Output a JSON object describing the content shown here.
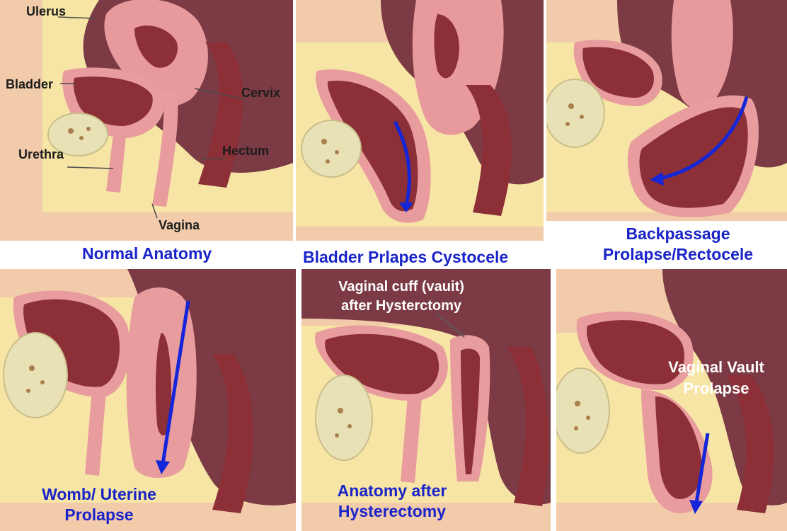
{
  "panels": {
    "normal": {
      "title": "Normal Anatomy",
      "labels": {
        "uterus": "Ulerus",
        "bladder": "Bladder",
        "cervix": "Cervix",
        "urethra": "Urethra",
        "rectum": "Hectum",
        "vagina": "Vagina"
      }
    },
    "cystocele": {
      "title": "Bladder Prlapes Cystocele"
    },
    "rectocele": {
      "title_line1": "Backpassage",
      "title_line2": "Prolapse/Rectocele"
    },
    "uterine": {
      "title_line1": "Womb/ Uterine",
      "title_line2": "Prolapse"
    },
    "hysterectomy": {
      "title_line1": "Anatomy after",
      "title_line2": "Hysterectomy",
      "cuff_line1": "Vaginal cuff (vauit)",
      "cuff_line2": "after Hysterctomy"
    },
    "vault": {
      "title_line1": "Vaginal Vault",
      "title_line2": "Prolapse"
    }
  },
  "colors": {
    "skin": "#f2c9a9",
    "fat": "#f5e6a3",
    "organ_pink": "#e89c9e",
    "organ_dark": "#8c2f36",
    "cavity": "#a7595c",
    "bone": "#e8e1b5",
    "arrow": "#1426d8",
    "label_blue": "#1a24c8"
  }
}
